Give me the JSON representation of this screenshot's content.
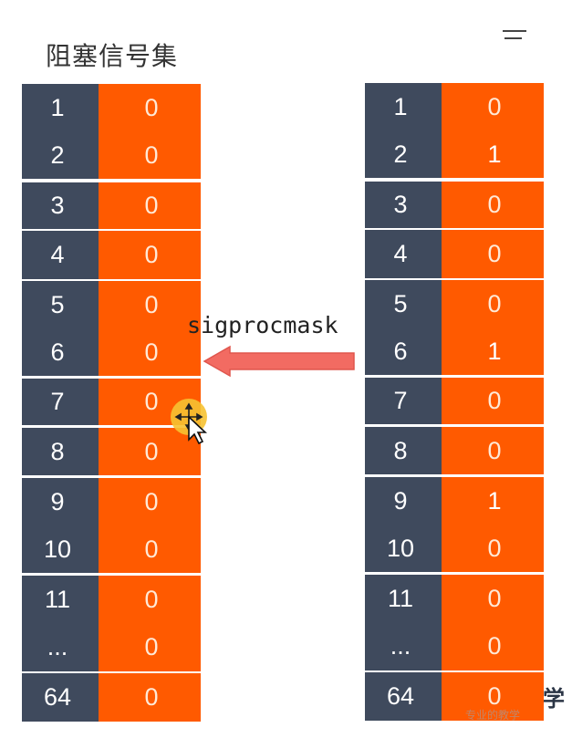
{
  "title": "阻塞信号集",
  "operation_label": "sigprocmask",
  "colors": {
    "index_cell": "#3f4a5d",
    "value_cell": "#ff5a00",
    "arrow": "#f26b62",
    "cursor_highlight": "#f6c232"
  },
  "icons": {
    "menu": "hamburger-menu-icon",
    "cursor": "move-cursor-icon",
    "arrow": "left-arrow-icon"
  },
  "left_table": {
    "rows": [
      {
        "index": "1",
        "value": "0"
      },
      {
        "index": "2",
        "value": "0"
      },
      {
        "index": "3",
        "value": "0"
      },
      {
        "index": "4",
        "value": "0"
      },
      {
        "index": "5",
        "value": "0"
      },
      {
        "index": "6",
        "value": "0"
      },
      {
        "index": "7",
        "value": "0"
      },
      {
        "index": "8",
        "value": "0"
      },
      {
        "index": "9",
        "value": "0"
      },
      {
        "index": "10",
        "value": "0"
      },
      {
        "index": "11",
        "value": "0"
      },
      {
        "index": "...",
        "value": "0"
      },
      {
        "index": "64",
        "value": "0"
      }
    ]
  },
  "right_table": {
    "rows": [
      {
        "index": "1",
        "value": "0"
      },
      {
        "index": "2",
        "value": "1"
      },
      {
        "index": "3",
        "value": "0"
      },
      {
        "index": "4",
        "value": "0"
      },
      {
        "index": "5",
        "value": "0"
      },
      {
        "index": "6",
        "value": "1"
      },
      {
        "index": "7",
        "value": "0"
      },
      {
        "index": "8",
        "value": "0"
      },
      {
        "index": "9",
        "value": "1"
      },
      {
        "index": "10",
        "value": "0"
      },
      {
        "index": "11",
        "value": "0"
      },
      {
        "index": "...",
        "value": "0"
      },
      {
        "index": "64",
        "value": "0"
      }
    ]
  },
  "watermark": {
    "glyph": "学",
    "text": "专业的教学"
  }
}
